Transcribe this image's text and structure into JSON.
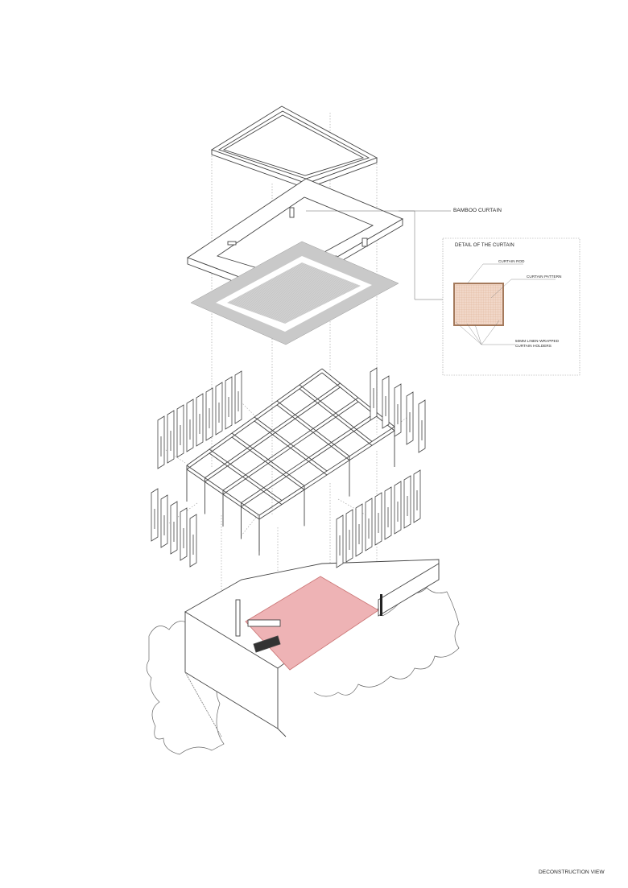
{
  "labels": {
    "bamboo_curtain": "BAMBOO CURTAIN",
    "detail_title": "DETAIL OF THE CURTAIN",
    "curtain_rod": "CURTAIN ROD",
    "curtain_pattern": "CURTAIN PATTERN",
    "holders_line1": "50MM LINEN-WRAPPED",
    "holders_line2": "CURTAIN HOLDERS",
    "view_title": "DECONSTRUCTION VIEW"
  },
  "colors": {
    "line": "#555555",
    "floor_red": "#eeb3b5",
    "curtain_fill": "#f1d7c8",
    "curtain_rod": "#a57a5c",
    "grey_plane": "#c9c9c9"
  }
}
